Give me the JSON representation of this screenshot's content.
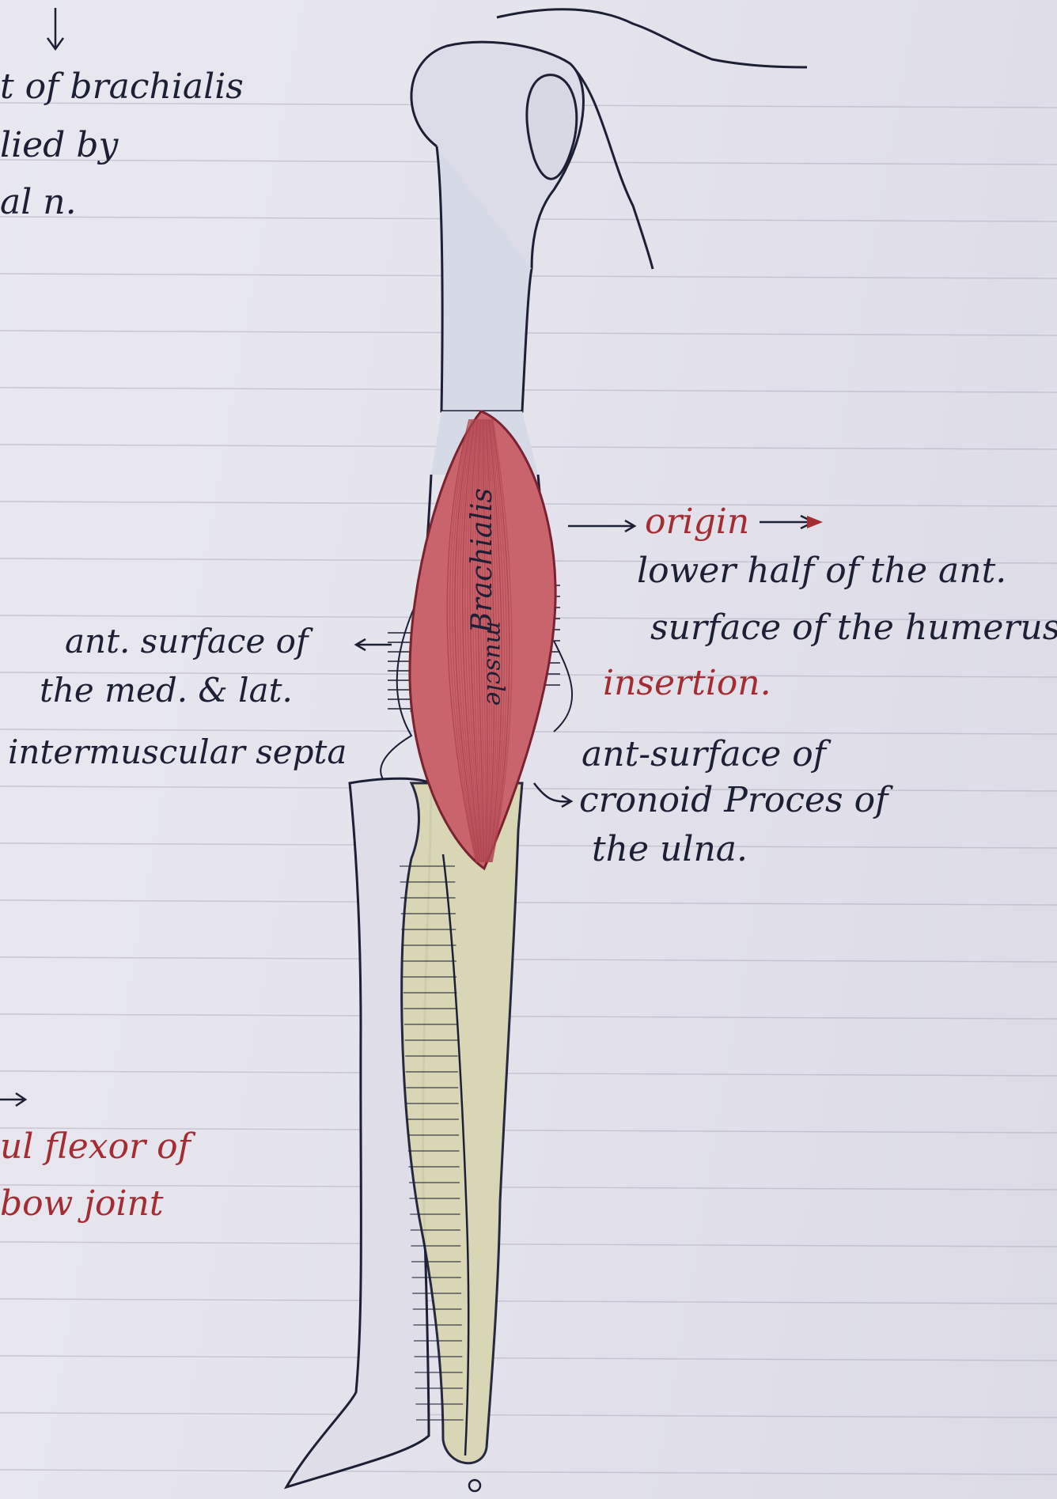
{
  "upper_left": {
    "line1": "t of brachialis",
    "line2": "lied by",
    "line3": "al n."
  },
  "muscle": {
    "label_name": "Brachialis",
    "label_word": "muscle"
  },
  "origin": {
    "heading": "origin",
    "line1": "lower half of the ant.",
    "line2": "surface of the humerus"
  },
  "insertion": {
    "heading": "insertion.",
    "line1": "ant-surface of",
    "line2": "cronoid Proces of",
    "line3": "the ulna."
  },
  "septa": {
    "line1": "ant. surface of",
    "line2": "the med. & lat.",
    "line3": "intermuscular septa"
  },
  "action": {
    "line1": "ul flexor of",
    "line2": "bow joint"
  },
  "colors": {
    "ink": "#1d2035",
    "red_ink": "#a42c33",
    "muscle_fill": "#c9646c",
    "muscle_shadow": "#a83c46",
    "ulna_shade": "#d9d6b4",
    "paper": "#e6e5ee",
    "rule_line": "#b3b1c2"
  }
}
